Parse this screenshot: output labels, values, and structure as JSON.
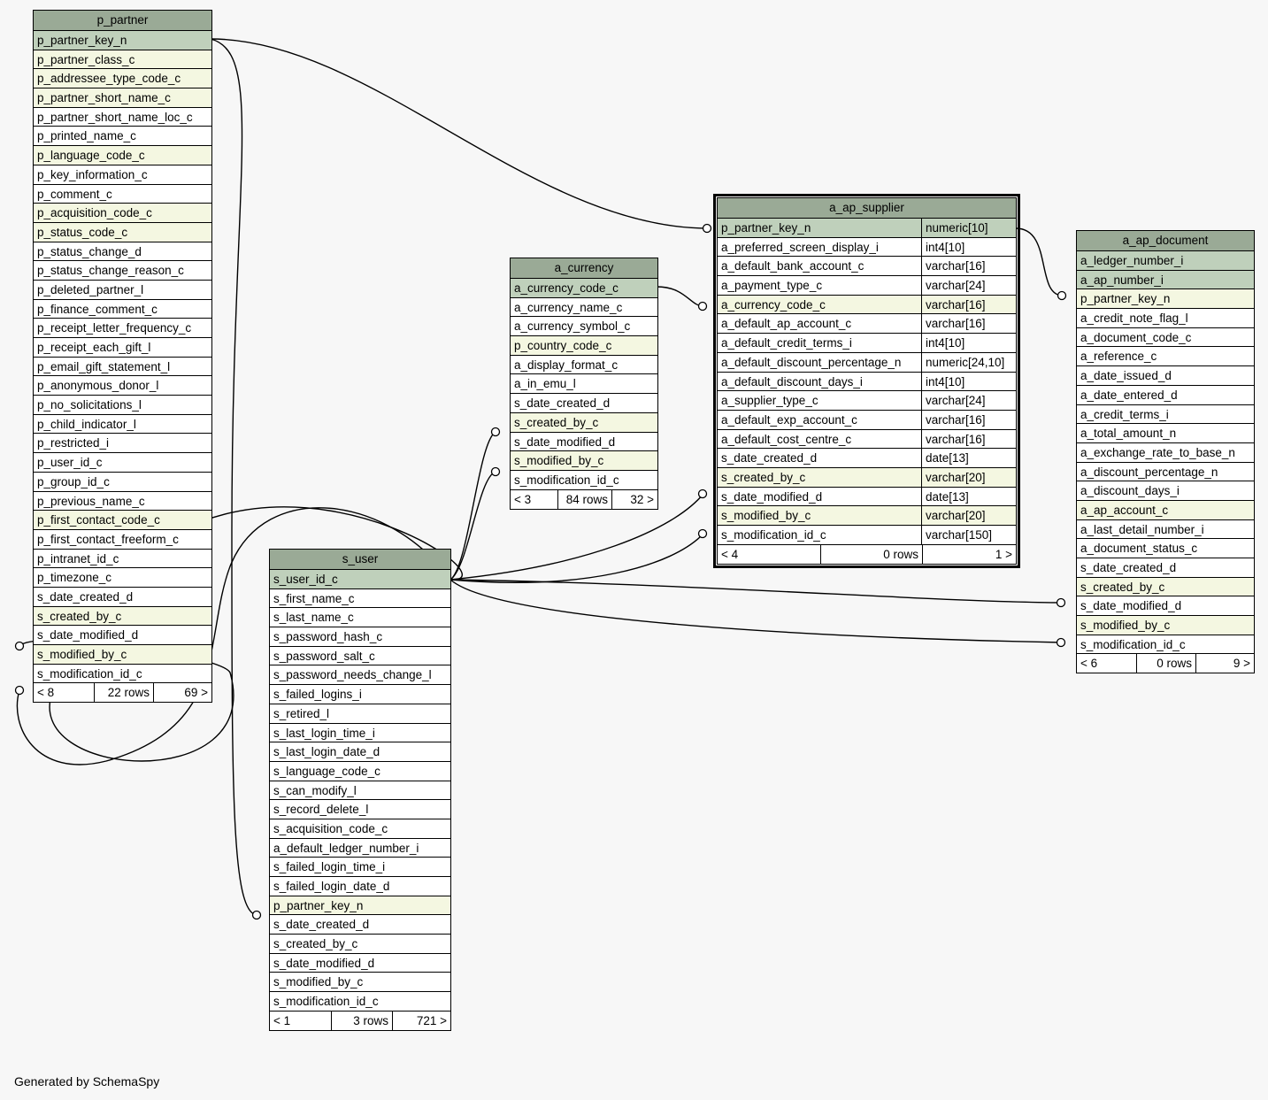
{
  "footer_text": "Generated by SchemaSpy",
  "tables": [
    {
      "id": "p_partner",
      "name": "p_partner",
      "main": false,
      "columns": [
        {
          "name": "p_partner_key_n",
          "role": "pk"
        },
        {
          "name": "p_partner_class_c",
          "role": "fk"
        },
        {
          "name": "p_addressee_type_code_c",
          "role": "fk"
        },
        {
          "name": "p_partner_short_name_c",
          "role": "fk"
        },
        {
          "name": "p_partner_short_name_loc_c",
          "role": ""
        },
        {
          "name": "p_printed_name_c",
          "role": ""
        },
        {
          "name": "p_language_code_c",
          "role": "fk"
        },
        {
          "name": "p_key_information_c",
          "role": ""
        },
        {
          "name": "p_comment_c",
          "role": ""
        },
        {
          "name": "p_acquisition_code_c",
          "role": "fk"
        },
        {
          "name": "p_status_code_c",
          "role": "fk"
        },
        {
          "name": "p_status_change_d",
          "role": ""
        },
        {
          "name": "p_status_change_reason_c",
          "role": ""
        },
        {
          "name": "p_deleted_partner_l",
          "role": ""
        },
        {
          "name": "p_finance_comment_c",
          "role": ""
        },
        {
          "name": "p_receipt_letter_frequency_c",
          "role": ""
        },
        {
          "name": "p_receipt_each_gift_l",
          "role": ""
        },
        {
          "name": "p_email_gift_statement_l",
          "role": ""
        },
        {
          "name": "p_anonymous_donor_l",
          "role": ""
        },
        {
          "name": "p_no_solicitations_l",
          "role": ""
        },
        {
          "name": "p_child_indicator_l",
          "role": ""
        },
        {
          "name": "p_restricted_i",
          "role": ""
        },
        {
          "name": "p_user_id_c",
          "role": ""
        },
        {
          "name": "p_group_id_c",
          "role": ""
        },
        {
          "name": "p_previous_name_c",
          "role": ""
        },
        {
          "name": "p_first_contact_code_c",
          "role": "fk"
        },
        {
          "name": "p_first_contact_freeform_c",
          "role": ""
        },
        {
          "name": "p_intranet_id_c",
          "role": ""
        },
        {
          "name": "p_timezone_c",
          "role": ""
        },
        {
          "name": "s_date_created_d",
          "role": ""
        },
        {
          "name": "s_created_by_c",
          "role": "fk"
        },
        {
          "name": "s_date_modified_d",
          "role": ""
        },
        {
          "name": "s_modified_by_c",
          "role": "fk"
        },
        {
          "name": "s_modification_id_c",
          "role": ""
        }
      ],
      "footer": {
        "parents": "< 8",
        "rows": "22 rows",
        "children": "69 >"
      }
    },
    {
      "id": "a_currency",
      "name": "a_currency",
      "main": false,
      "columns": [
        {
          "name": "a_currency_code_c",
          "role": "pk"
        },
        {
          "name": "a_currency_name_c",
          "role": ""
        },
        {
          "name": "a_currency_symbol_c",
          "role": ""
        },
        {
          "name": "p_country_code_c",
          "role": "fk"
        },
        {
          "name": "a_display_format_c",
          "role": ""
        },
        {
          "name": "a_in_emu_l",
          "role": ""
        },
        {
          "name": "s_date_created_d",
          "role": ""
        },
        {
          "name": "s_created_by_c",
          "role": "fk"
        },
        {
          "name": "s_date_modified_d",
          "role": ""
        },
        {
          "name": "s_modified_by_c",
          "role": "fk"
        },
        {
          "name": "s_modification_id_c",
          "role": ""
        }
      ],
      "footer": {
        "parents": "< 3",
        "rows": "84 rows",
        "children": "32 >"
      }
    },
    {
      "id": "a_ap_supplier",
      "name": "a_ap_supplier",
      "main": true,
      "columns": [
        {
          "name": "p_partner_key_n",
          "type": "numeric[10]",
          "role": "pk"
        },
        {
          "name": "a_preferred_screen_display_i",
          "type": "int4[10]",
          "role": ""
        },
        {
          "name": "a_default_bank_account_c",
          "type": "varchar[16]",
          "role": ""
        },
        {
          "name": "a_payment_type_c",
          "type": "varchar[24]",
          "role": ""
        },
        {
          "name": "a_currency_code_c",
          "type": "varchar[16]",
          "role": "fk"
        },
        {
          "name": "a_default_ap_account_c",
          "type": "varchar[16]",
          "role": ""
        },
        {
          "name": "a_default_credit_terms_i",
          "type": "int4[10]",
          "role": ""
        },
        {
          "name": "a_default_discount_percentage_n",
          "type": "numeric[24,10]",
          "role": ""
        },
        {
          "name": "a_default_discount_days_i",
          "type": "int4[10]",
          "role": ""
        },
        {
          "name": "a_supplier_type_c",
          "type": "varchar[24]",
          "role": ""
        },
        {
          "name": "a_default_exp_account_c",
          "type": "varchar[16]",
          "role": ""
        },
        {
          "name": "a_default_cost_centre_c",
          "type": "varchar[16]",
          "role": ""
        },
        {
          "name": "s_date_created_d",
          "type": "date[13]",
          "role": ""
        },
        {
          "name": "s_created_by_c",
          "type": "varchar[20]",
          "role": "fk"
        },
        {
          "name": "s_date_modified_d",
          "type": "date[13]",
          "role": ""
        },
        {
          "name": "s_modified_by_c",
          "type": "varchar[20]",
          "role": "fk"
        },
        {
          "name": "s_modification_id_c",
          "type": "varchar[150]",
          "role": ""
        }
      ],
      "footer": {
        "parents": "< 4",
        "rows": "0 rows",
        "children": "1 >"
      }
    },
    {
      "id": "a_ap_document",
      "name": "a_ap_document",
      "main": false,
      "columns": [
        {
          "name": "a_ledger_number_i",
          "role": "pk"
        },
        {
          "name": "a_ap_number_i",
          "role": "pk"
        },
        {
          "name": "p_partner_key_n",
          "role": "fk"
        },
        {
          "name": "a_credit_note_flag_l",
          "role": ""
        },
        {
          "name": "a_document_code_c",
          "role": ""
        },
        {
          "name": "a_reference_c",
          "role": ""
        },
        {
          "name": "a_date_issued_d",
          "role": ""
        },
        {
          "name": "a_date_entered_d",
          "role": ""
        },
        {
          "name": "a_credit_terms_i",
          "role": ""
        },
        {
          "name": "a_total_amount_n",
          "role": ""
        },
        {
          "name": "a_exchange_rate_to_base_n",
          "role": ""
        },
        {
          "name": "a_discount_percentage_n",
          "role": ""
        },
        {
          "name": "a_discount_days_i",
          "role": ""
        },
        {
          "name": "a_ap_account_c",
          "role": "fk"
        },
        {
          "name": "a_last_detail_number_i",
          "role": ""
        },
        {
          "name": "a_document_status_c",
          "role": ""
        },
        {
          "name": "s_date_created_d",
          "role": ""
        },
        {
          "name": "s_created_by_c",
          "role": "fk"
        },
        {
          "name": "s_date_modified_d",
          "role": ""
        },
        {
          "name": "s_modified_by_c",
          "role": "fk"
        },
        {
          "name": "s_modification_id_c",
          "role": ""
        }
      ],
      "footer": {
        "parents": "< 6",
        "rows": "0 rows",
        "children": "9 >"
      }
    },
    {
      "id": "s_user",
      "name": "s_user",
      "main": false,
      "columns": [
        {
          "name": "s_user_id_c",
          "role": "pk"
        },
        {
          "name": "s_first_name_c",
          "role": ""
        },
        {
          "name": "s_last_name_c",
          "role": ""
        },
        {
          "name": "s_password_hash_c",
          "role": ""
        },
        {
          "name": "s_password_salt_c",
          "role": ""
        },
        {
          "name": "s_password_needs_change_l",
          "role": ""
        },
        {
          "name": "s_failed_logins_i",
          "role": ""
        },
        {
          "name": "s_retired_l",
          "role": ""
        },
        {
          "name": "s_last_login_time_i",
          "role": ""
        },
        {
          "name": "s_last_login_date_d",
          "role": ""
        },
        {
          "name": "s_language_code_c",
          "role": ""
        },
        {
          "name": "s_can_modify_l",
          "role": ""
        },
        {
          "name": "s_record_delete_l",
          "role": ""
        },
        {
          "name": "s_acquisition_code_c",
          "role": ""
        },
        {
          "name": "a_default_ledger_number_i",
          "role": ""
        },
        {
          "name": "s_failed_login_time_i",
          "role": ""
        },
        {
          "name": "s_failed_login_date_d",
          "role": ""
        },
        {
          "name": "p_partner_key_n",
          "role": "fk"
        },
        {
          "name": "s_date_created_d",
          "role": ""
        },
        {
          "name": "s_created_by_c",
          "role": ""
        },
        {
          "name": "s_date_modified_d",
          "role": ""
        },
        {
          "name": "s_modified_by_c",
          "role": ""
        },
        {
          "name": "s_modification_id_c",
          "role": ""
        }
      ],
      "footer": {
        "parents": "< 1",
        "rows": "3 rows",
        "children": "721 >"
      }
    }
  ]
}
